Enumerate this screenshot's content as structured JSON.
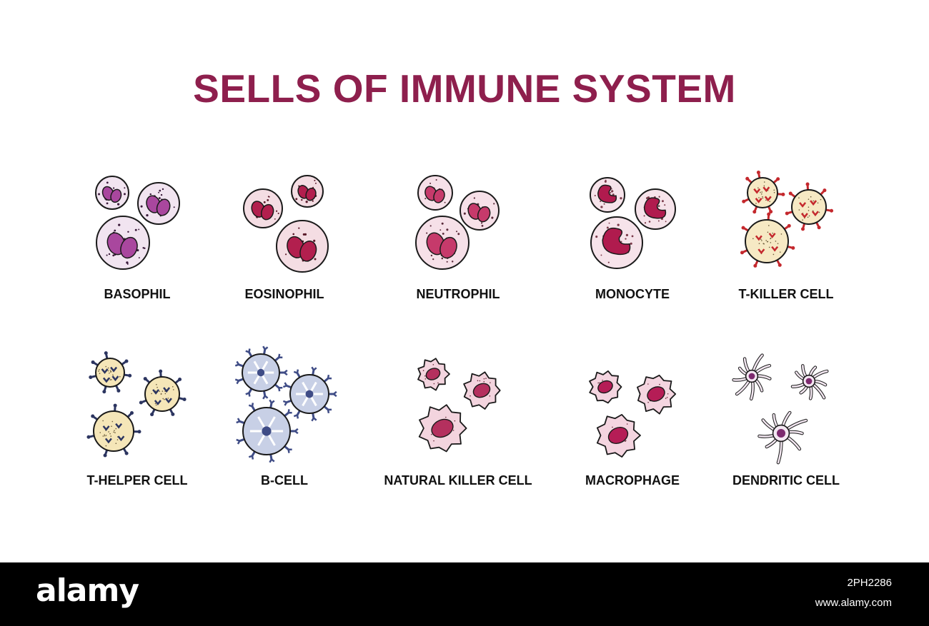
{
  "title": "SELLS OF IMMUNE SYSTEM",
  "colors": {
    "title": "#8e1f4d",
    "label": "#111111",
    "footer_bg": "#000000"
  },
  "cells": [
    {
      "label": "BASOPHIL",
      "kind": "granulocyte",
      "membrane": "#f1e4f0",
      "nucleus": "#a9479e",
      "granule": "#3a1a3a"
    },
    {
      "label": "EOSINOPHIL",
      "kind": "granulocyte",
      "membrane": "#f4dde3",
      "nucleus": "#b21f4e",
      "granule": "#5a1a2a"
    },
    {
      "label": "NEUTROPHIL",
      "kind": "granulocyte",
      "membrane": "#f6e0e8",
      "nucleus": "#c63a6b",
      "granule": "#5a2a3a"
    },
    {
      "label": "MONOCYTE",
      "kind": "monocyte",
      "membrane": "#f6e3ea",
      "nucleus": "#b01b4e",
      "granule": "#7a3a4a"
    },
    {
      "label": "T-KILLER CELL",
      "kind": "spiky",
      "membrane": "#f6e9c4",
      "nucleus": "#c4282d",
      "granule": "#c4282d"
    },
    {
      "label": "T-HELPER CELL",
      "kind": "spiky",
      "membrane": "#f5e6b8",
      "nucleus": "#2c3560",
      "granule": "#2c3560"
    },
    {
      "label": "B-CELL",
      "kind": "bcell",
      "membrane": "#c8d0e6",
      "nucleus": "#3f4c86",
      "granule": "#3f4c86"
    },
    {
      "label": "NATURAL KILLER CELL",
      "kind": "rough",
      "membrane": "#f3d4de",
      "nucleus": "#b4305e",
      "granule": "#6a2a3a"
    },
    {
      "label": "MACROPHAGE",
      "kind": "rough",
      "membrane": "#f4d5e0",
      "nucleus": "#b51d56",
      "granule": "#6a2a3a"
    },
    {
      "label": "DENDRITIC CELL",
      "kind": "dendritic",
      "membrane": "#f3e7f1",
      "nucleus": "#7d2a6f",
      "granule": "#4a2440"
    }
  ],
  "footer": {
    "brand": "alamy",
    "image_id": "2PH2286",
    "url": "www.alamy.com"
  }
}
